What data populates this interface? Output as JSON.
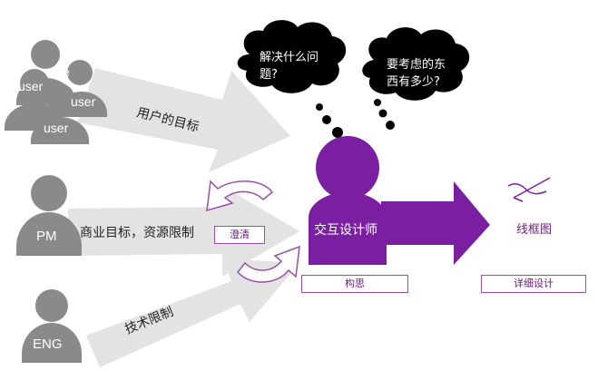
{
  "users_label": "user",
  "users_partial_label": "use",
  "pm_label": "PM",
  "eng_label": "ENG",
  "arrow_user_goals": "用户的目标",
  "arrow_business": "商业目标，资源限制",
  "arrow_tech": "技术限制",
  "clarify_label": "澄清",
  "designer_label": "交互设计师",
  "concept_label": "构思",
  "detail_label": "详细设计",
  "wireframe_label": "线框图",
  "bubble_1_line1": "解决什么问",
  "bubble_1_line2": "题?",
  "bubble_2_line1": "要考虑的东",
  "bubble_2_line2": "西有多少?",
  "colors": {
    "person_gray": "#8a8a8a",
    "arrow_gray": "#e3e3e3",
    "purple": "#7b1fa2",
    "purple_border": "#9b4fa8",
    "bubble": "#000000"
  }
}
